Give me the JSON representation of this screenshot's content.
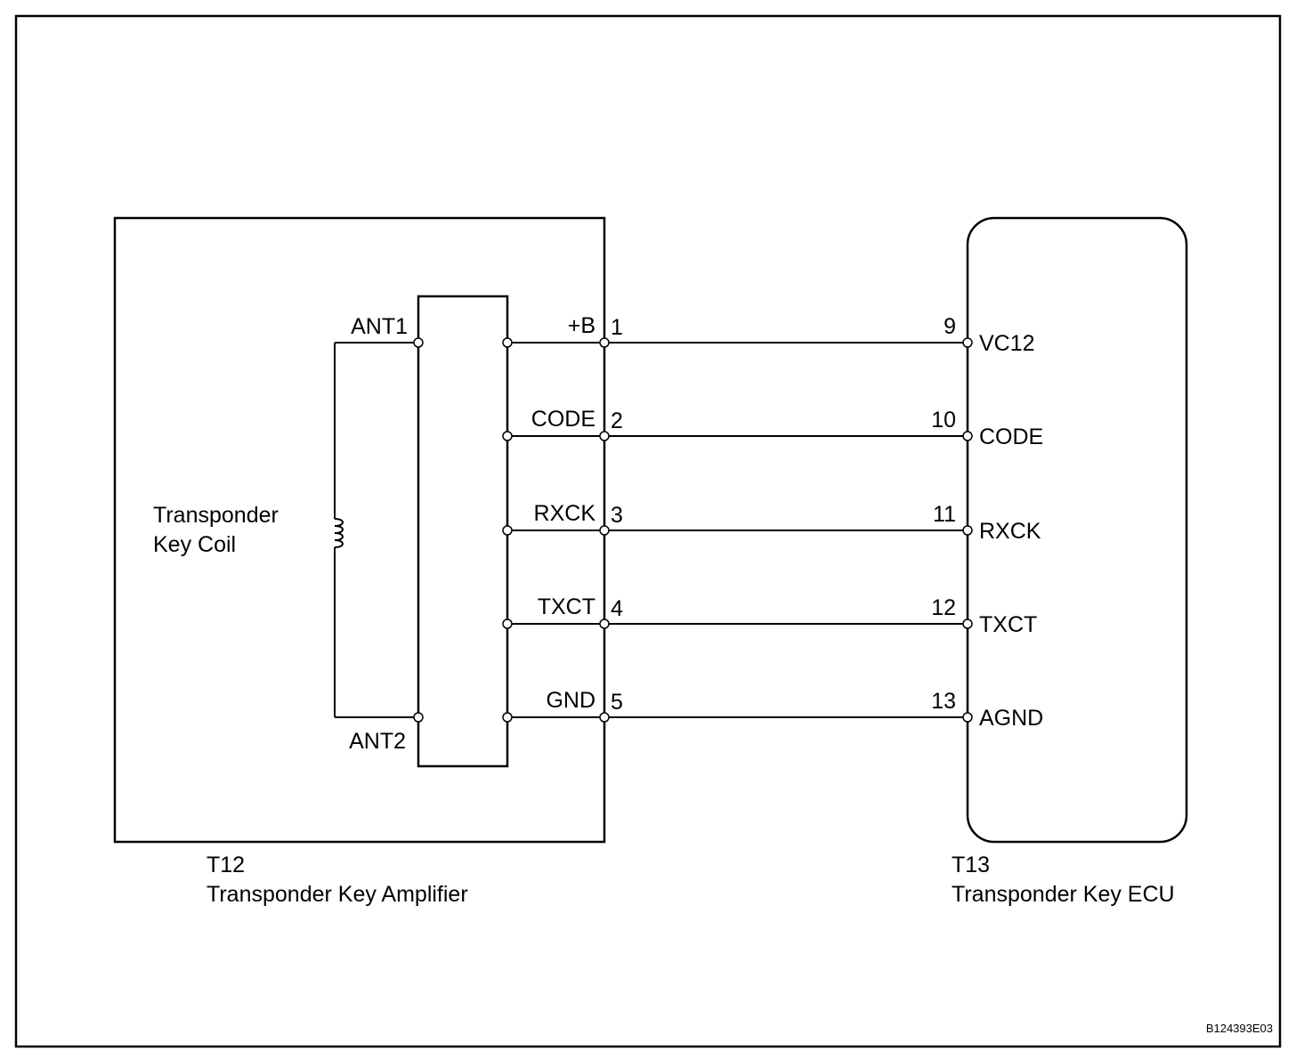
{
  "amplifier": {
    "code": "T12",
    "name": "Transponder Key Amplifier"
  },
  "ecu": {
    "code": "T13",
    "name": "Transponder Key ECU"
  },
  "coil": {
    "line1": "Transponder",
    "line2": "Key Coil",
    "ant1": "ANT1",
    "ant2": "ANT2"
  },
  "wires": [
    {
      "amp_signal": "+B",
      "amp_pin": "1",
      "ecu_pin": "9",
      "ecu_signal": "VC12"
    },
    {
      "amp_signal": "CODE",
      "amp_pin": "2",
      "ecu_pin": "10",
      "ecu_signal": "CODE"
    },
    {
      "amp_signal": "RXCK",
      "amp_pin": "3",
      "ecu_pin": "11",
      "ecu_signal": "RXCK"
    },
    {
      "amp_signal": "TXCT",
      "amp_pin": "4",
      "ecu_pin": "12",
      "ecu_signal": "TXCT"
    },
    {
      "amp_signal": "GND",
      "amp_pin": "5",
      "ecu_pin": "13",
      "ecu_signal": "AGND"
    }
  ],
  "diagram_id": "B124393E03"
}
